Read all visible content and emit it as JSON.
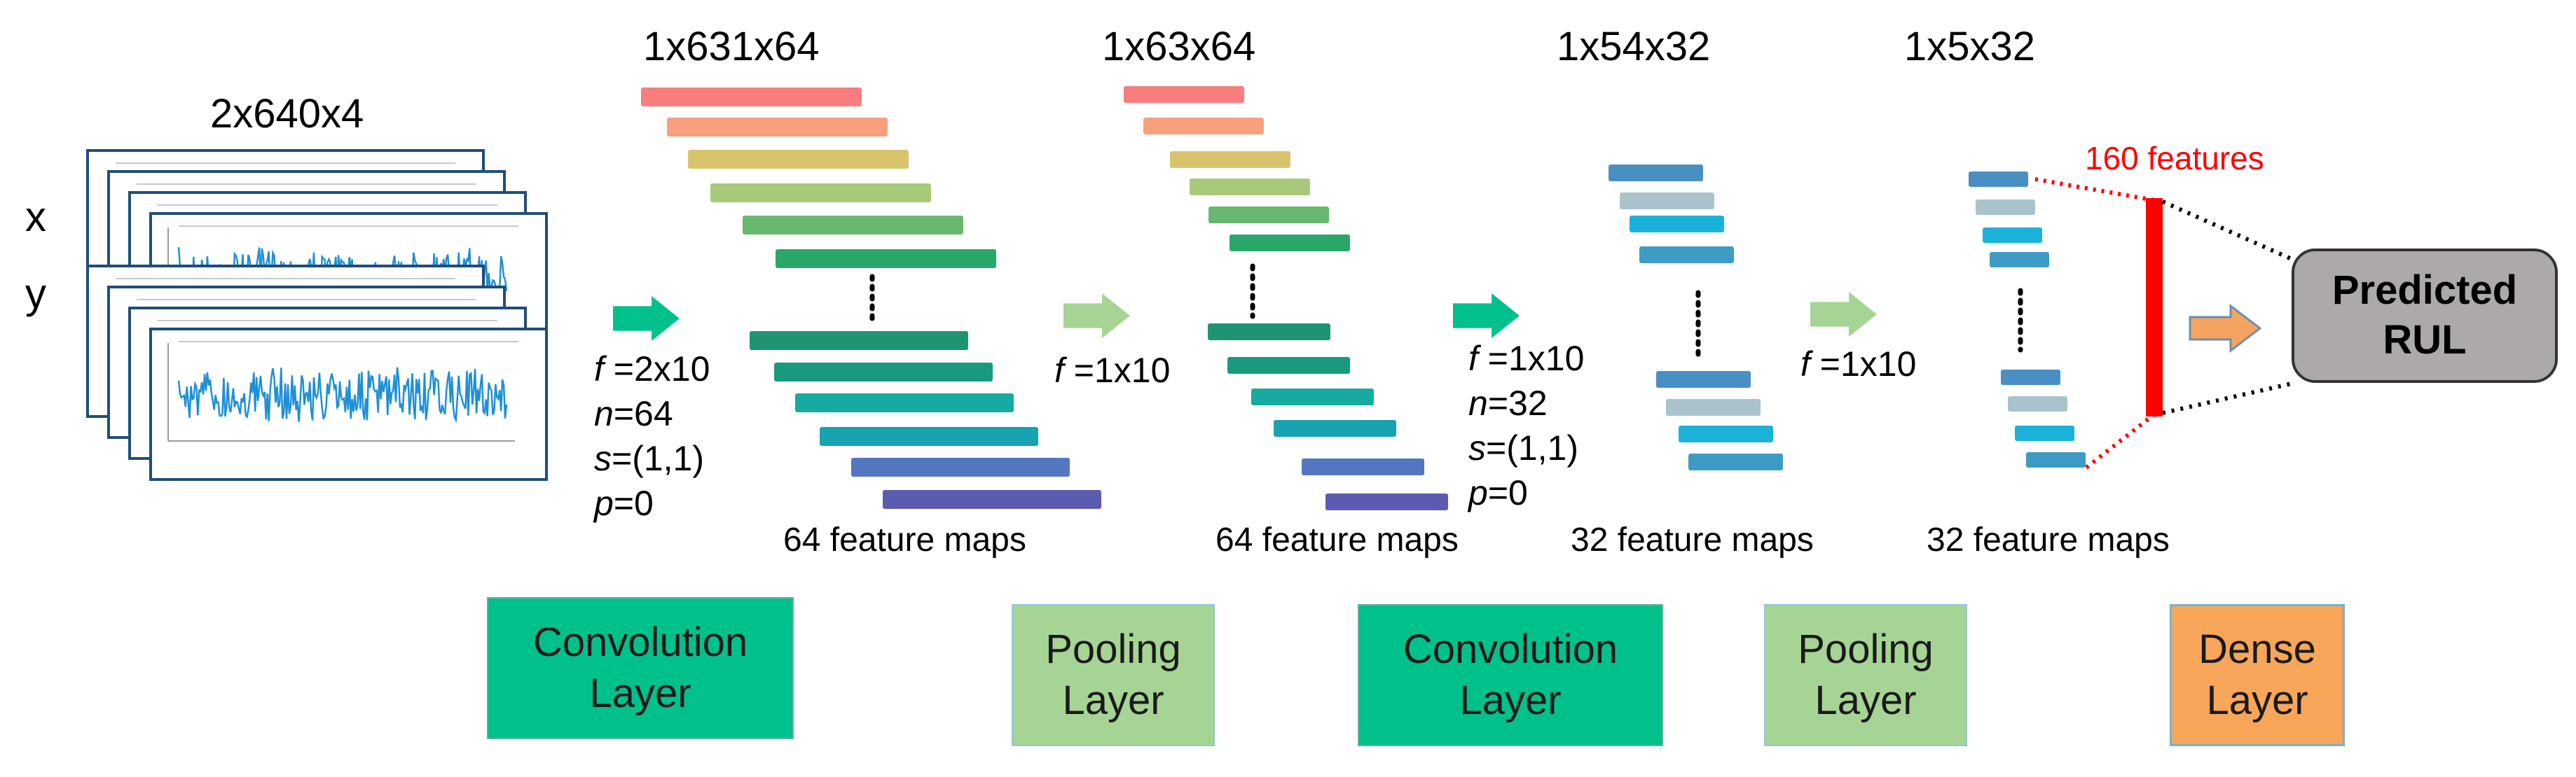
{
  "input": {
    "dimension": "2x640x4",
    "axis_x": "x",
    "axis_y": "y"
  },
  "stages": [
    {
      "dimension": "1x631x64",
      "feature_maps": "64  feature maps",
      "params": [
        "f =2x10",
        "n=64",
        "s=(1,1)",
        "p=0"
      ]
    },
    {
      "dimension": "1x63x64",
      "feature_maps": "64 feature maps",
      "params": [
        "f =1x10"
      ]
    },
    {
      "dimension": "1x54x32",
      "feature_maps": "32  feature maps",
      "params": [
        "f =1x10",
        "n=32",
        "s=(1,1)",
        "p=0"
      ]
    },
    {
      "dimension": "1x5x32",
      "feature_maps": "32  feature maps",
      "params": [
        "f =1x10"
      ]
    }
  ],
  "dense": {
    "features_label": "160  features"
  },
  "output": {
    "label_line1": "Predicted",
    "label_line2": "RUL"
  },
  "layers": [
    {
      "line1": "Convolution",
      "line2": "Layer"
    },
    {
      "line1": "Pooling",
      "line2": "Layer"
    },
    {
      "line1": "Convolution",
      "line2": "Layer"
    },
    {
      "line1": "Pooling",
      "line2": "Layer"
    },
    {
      "line1": "Dense",
      "line2": "Layer"
    }
  ],
  "colors": {
    "conv_box": "#00c08b",
    "pool_box": "#a6d494",
    "dense_box": "#f7a65a",
    "conv_arrow": "#00c08b",
    "pool_arrow": "#a6d494",
    "dense_arrow": "#f4a460",
    "dense_bar": "#ff0000",
    "predicted_box": "#ada9a9",
    "signal": "#1e90d6"
  }
}
